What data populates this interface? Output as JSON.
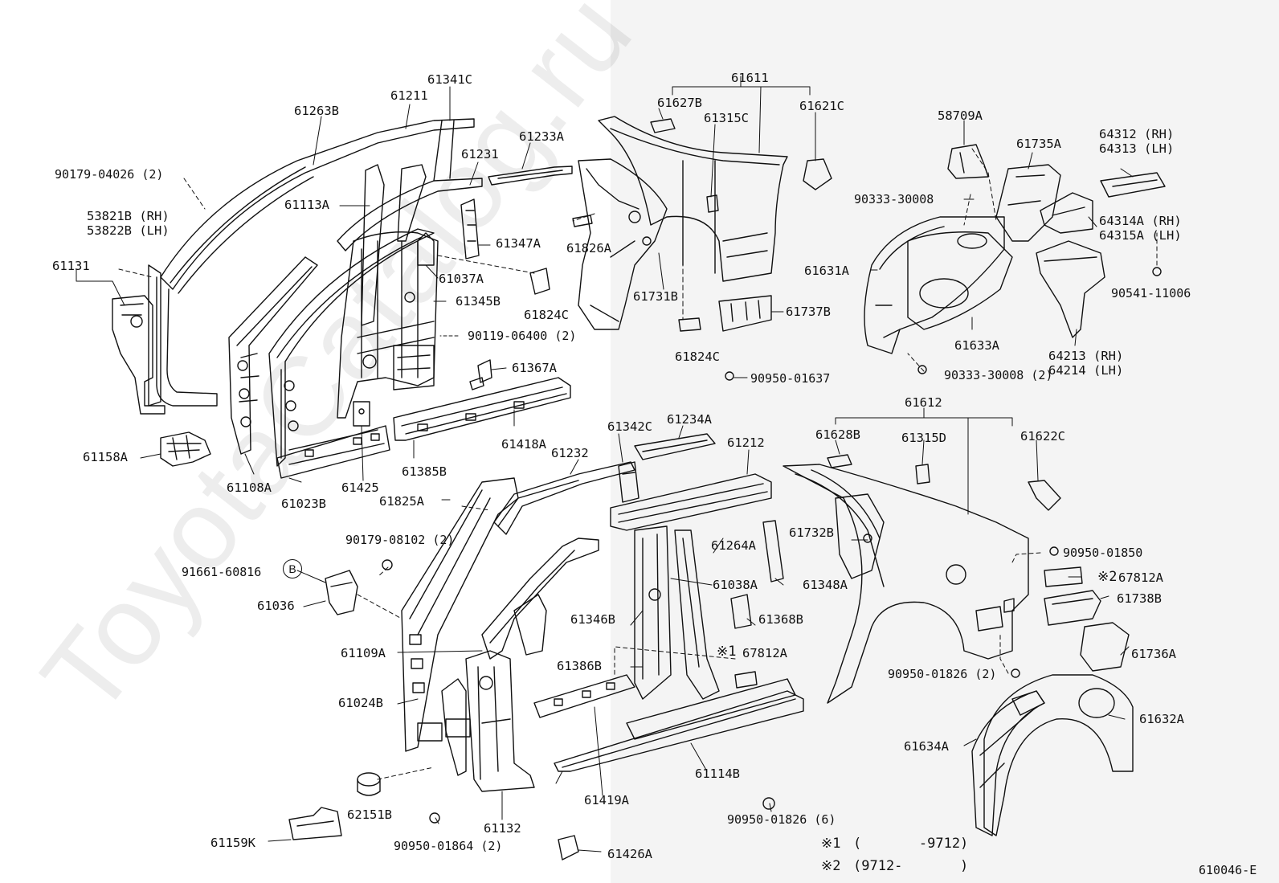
{
  "watermark": "ToyotaCatalog.ru",
  "diagram_code": "610046-E",
  "colors": {
    "ink": "#111111",
    "right_half_bg": "#f4f4f4"
  },
  "reference_circle": "B",
  "labels": {
    "l61263B": "61263B",
    "l61211": "61211",
    "l61341C": "61341C",
    "l90179_04026": "90179-04026 (2)",
    "l53821B": "53821B (RH)",
    "l53822B": "53822B (LH)",
    "l61131": "61131",
    "l61113A": "61113A",
    "l61231": "61231",
    "l61233A": "61233A",
    "l61347A": "61347A",
    "l61826A": "61826A",
    "l61037A": "61037A",
    "l61824C_a": "61824C",
    "l61345B": "61345B",
    "l90119_06400": "90119-06400 (2)",
    "l61367A": "61367A",
    "l61418A": "61418A",
    "l61385B": "61385B",
    "l61425": "61425",
    "l61158A": "61158A",
    "l61108A": "61108A",
    "l61023B": "61023B",
    "l61611": "61611",
    "l61627B": "61627B",
    "l61315C": "61315C",
    "l61621C": "61621C",
    "l61731B": "61731B",
    "l61737B": "61737B",
    "l61824C_b": "61824C",
    "l90950_01637": "90950-01637",
    "l58709A": "58709A",
    "l61735A": "61735A",
    "l64312": "64312 (RH)",
    "l64313": "64313 (LH)",
    "l90333_30008_a": "90333-30008",
    "l64314A": "64314A (RH)",
    "l64315A": "64315A (LH)",
    "l61631A": "61631A",
    "l90541_11006": "90541-11006",
    "l61633A": "61633A",
    "l64213": "64213 (RH)",
    "l64214": "64214 (LH)",
    "l90333_30008_b": "90333-30008 (2)",
    "l61612": "61612",
    "l61628B": "61628B",
    "l61315D": "61315D",
    "l61622C": "61622C",
    "l61342C": "61342C",
    "l61234A": "61234A",
    "l61232": "61232",
    "l61212": "61212",
    "l61825A": "61825A",
    "l61264A": "61264A",
    "l61732B": "61732B",
    "l90950_01850": "90950-01850",
    "l67812A_2": "67812A",
    "l90179_08102": "90179-08102 (2)",
    "l91661_60816": "91661-60816",
    "l61036": "61036",
    "l61038A": "61038A",
    "l61348A": "61348A",
    "l61738B": "61738B",
    "l61346B": "61346B",
    "l61368B": "61368B",
    "l61109A": "61109A",
    "l67812A_1": "67812A",
    "l61736A": "61736A",
    "l61386B": "61386B",
    "l90950_01826_2": "90950-01826 (2)",
    "l61024B": "61024B",
    "l61632A": "61632A",
    "l61634A": "61634A",
    "l61114B": "61114B",
    "l61419A": "61419A",
    "l62151B": "62151B",
    "l61132": "61132",
    "l90950_01826_6": "90950-01826 (6)",
    "l61159K": "61159K",
    "l90950_01864": "90950-01864 (2)",
    "l61426A": "61426A"
  },
  "notes": [
    {
      "mark": "※1",
      "text": "(       -9712)"
    },
    {
      "mark": "※2",
      "text": "(9712-       )"
    }
  ],
  "inline_marks": {
    "m1": "※1",
    "m2": "※2"
  }
}
